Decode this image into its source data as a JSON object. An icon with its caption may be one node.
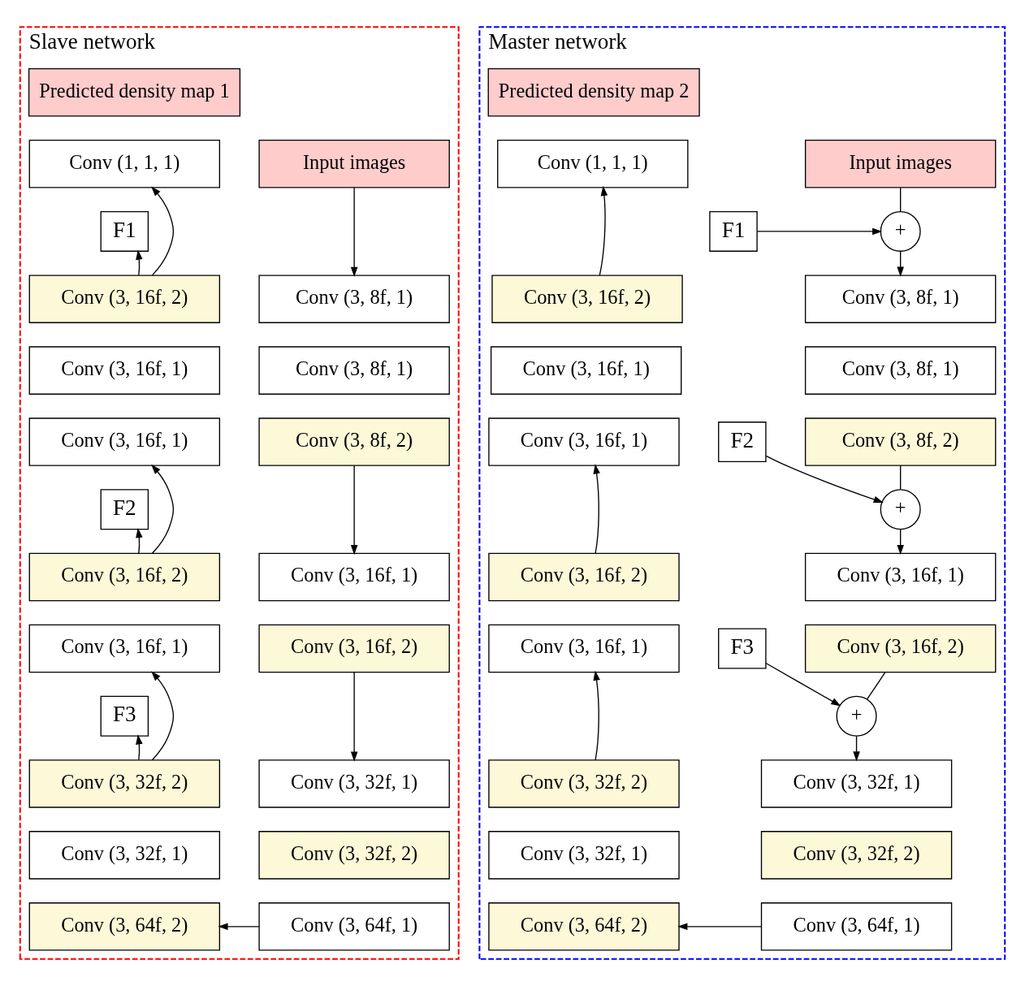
{
  "diagram": {
    "nodes": [
      {
        "text": [
          "Slave network"
        ]
      },
      {
        "text": [
          "Input images"
        ],
        "in": 0
      },
      {
        "text": [
          "Conv (3, 8f, 1)"
        ],
        "in": 0
      },
      {
        "text": [
          "Conv (3, 8f, 1)"
        ],
        "in": 0
      },
      {
        "text": [
          "Conv (3, 8f, 2)"
        ],
        "in": 0
      },
      {
        "text": [
          "Conv (3, 16f, 1)"
        ],
        "in": 0
      },
      {
        "text": [
          "Conv (3, 16f, 2)"
        ],
        "in": 0
      },
      {
        "text": [
          "Conv (3, 32f, 1)"
        ],
        "in": 0
      },
      {
        "text": [
          "Conv (3, 32f, 2)"
        ],
        "in": 0
      },
      {
        "text": [
          "Conv (3, 64f, 1)"
        ],
        "in": 0
      },
      {
        "text": [
          "Predicted density map 1"
        ],
        "in": 0
      },
      {
        "text": [
          "Conv (1, 1, 1)"
        ],
        "in": 0
      },
      {
        "text": [
          "F1"
        ],
        "in": 0
      },
      {
        "text": [
          "Conv (3, 16f, 2)"
        ],
        "in": 0
      },
      {
        "text": [
          "Conv (3, 16f, 1)"
        ],
        "in": 0
      },
      {
        "text": [
          "Conv (3, 16f, 1)"
        ],
        "in": 0
      },
      {
        "text": [
          "F2"
        ],
        "in": 0
      },
      {
        "text": [
          "Conv (3, 16f, 2)"
        ],
        "in": 0
      },
      {
        "text": [
          "Conv (3, 16f, 1)"
        ],
        "in": 0
      },
      {
        "text": [
          "F3"
        ],
        "in": 0
      },
      {
        "text": [
          "Conv (3, 32f, 2)"
        ],
        "in": 0
      },
      {
        "text": [
          "Conv (3, 32f, 1)"
        ],
        "in": 0
      },
      {
        "text": [
          "Conv (3, 64f, 2)"
        ],
        "in": 0
      },
      {
        "text": [
          "Master network"
        ]
      },
      {
        "text": [
          "Input images"
        ],
        "in": 23
      },
      {
        "text": [
          "F1"
        ],
        "in": 23
      },
      {
        "text": [
          "+"
        ],
        "in": 23
      },
      {
        "text": [
          "Conv (3, 8f, 1)"
        ],
        "in": 23
      },
      {
        "text": [
          "Conv (3, 8f, 1)"
        ],
        "in": 23
      },
      {
        "text": [
          "Conv (3, 8f, 2)"
        ],
        "in": 23
      },
      {
        "text": [
          "F2"
        ],
        "in": 23
      },
      {
        "text": [
          "+"
        ],
        "in": 23
      },
      {
        "text": [
          "Conv (3, 16f, 1)"
        ],
        "in": 23
      },
      {
        "text": [
          "Conv (3, 16f, 2)"
        ],
        "in": 23
      },
      {
        "text": [
          "F3"
        ],
        "in": 23
      },
      {
        "text": [
          "+"
        ],
        "in": 23
      },
      {
        "text": [
          "Conv (3, 32f, 1)"
        ],
        "in": 23
      },
      {
        "text": [
          "Conv (3, 32f, 2)"
        ],
        "in": 23
      },
      {
        "text": [
          "Conv (3, 64f, 1)"
        ],
        "in": 23
      },
      {
        "text": [
          "Predicted density map 2"
        ],
        "in": 23
      },
      {
        "text": [
          "Conv (1, 1, 1)"
        ],
        "in": 23
      },
      {
        "text": [
          "Conv (3, 16f, 2)"
        ],
        "in": 23
      },
      {
        "text": [
          "Conv (3, 16f, 1)"
        ],
        "in": 23
      },
      {
        "text": [
          "Conv (3, 16f, 1)"
        ],
        "in": 23
      },
      {
        "text": [
          "Conv (3, 16f, 2)"
        ],
        "in": 23
      },
      {
        "text": [
          "Conv (3, 16f, 1)"
        ],
        "in": 23
      },
      {
        "text": [
          "Conv (3, 32f, 2)"
        ],
        "in": 23
      },
      {
        "text": [
          "Conv (3, 32f, 1)"
        ],
        "in": 23
      },
      {
        "text": [
          "Conv (3, 64f, 2)"
        ],
        "in": 23
      }
    ],
    "edges": [
      {
        "from": 1,
        "to": 2,
        "arrow": "to"
      },
      {
        "from": 4,
        "to": 5,
        "arrow": "to"
      },
      {
        "from": 6,
        "to": 7,
        "arrow": "to"
      },
      {
        "from": 9,
        "to": 22,
        "arrow": "to"
      },
      {
        "from": 20,
        "to": 18,
        "arrow": "to"
      },
      {
        "from": 20,
        "to": 19,
        "arrow": "to"
      },
      {
        "from": 17,
        "to": 15,
        "arrow": "to"
      },
      {
        "from": 17,
        "to": 16,
        "arrow": "to"
      },
      {
        "from": 13,
        "to": 11,
        "arrow": "to"
      },
      {
        "from": 13,
        "to": 12,
        "arrow": "to"
      },
      {
        "from": 24,
        "to": 26,
        "arrow": "none"
      },
      {
        "from": 25,
        "to": 26,
        "arrow": "to"
      },
      {
        "from": 26,
        "to": 27,
        "arrow": "to"
      },
      {
        "from": 29,
        "to": 31,
        "arrow": "none"
      },
      {
        "from": 30,
        "to": 31,
        "arrow": "to"
      },
      {
        "from": 31,
        "to": 32,
        "arrow": "to"
      },
      {
        "from": 33,
        "to": 35,
        "arrow": "none"
      },
      {
        "from": 34,
        "to": 35,
        "arrow": "to"
      },
      {
        "from": 35,
        "to": 36,
        "arrow": "to"
      },
      {
        "from": 38,
        "to": 48,
        "arrow": "to"
      },
      {
        "from": 46,
        "to": 45,
        "arrow": "to"
      },
      {
        "from": 44,
        "to": 43,
        "arrow": "to"
      },
      {
        "from": 41,
        "to": 40,
        "arrow": "to"
      }
    ]
  }
}
